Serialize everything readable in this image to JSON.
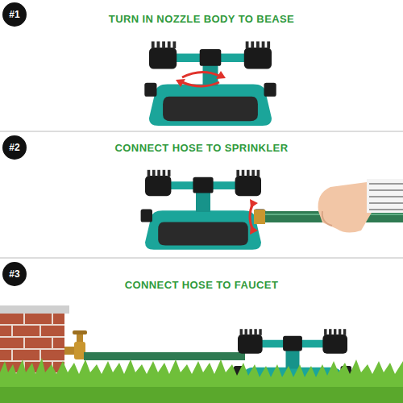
{
  "diagram": {
    "nodes": [
      {
        "text": [
          "#1"
        ]
      },
      {
        "text": [
          "#2"
        ]
      },
      {
        "text": [
          "#3"
        ]
      }
    ],
    "labels": [
      "TURN IN NOZZLE BODY TO BEASE",
      "CONNECT HOSE TO SPRINKLER",
      "CONNECT HOSE TO FAUCET"
    ]
  }
}
